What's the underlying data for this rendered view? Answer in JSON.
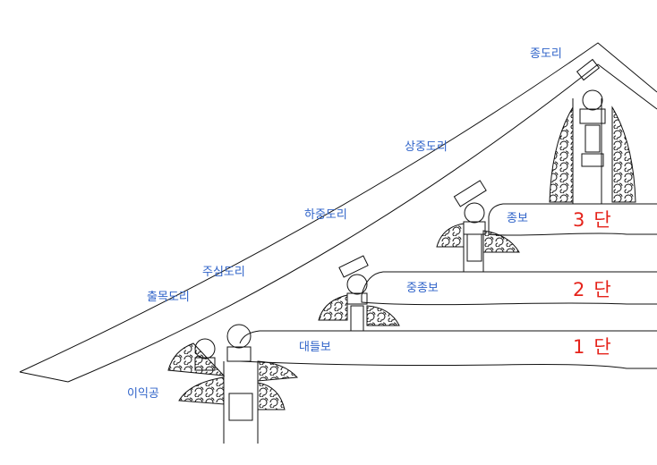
{
  "labels": {
    "jongdori": "종도리",
    "sangjungdori": "상중도리",
    "hajungdori": "하중도리",
    "jusimdori": "주심도리",
    "chulmokdori": "출목도리",
    "iikgong": "이익공",
    "jongbo": "종보",
    "jungjongbo": "중종보",
    "daedeulbo": "대들보"
  },
  "tiers": [
    {
      "number": "3",
      "unit": "단"
    },
    {
      "number": "2",
      "unit": "단"
    },
    {
      "number": "1",
      "unit": "단"
    }
  ],
  "colors": {
    "label": "#2f63c9",
    "tier": "#e5231b",
    "line": "#111111"
  }
}
